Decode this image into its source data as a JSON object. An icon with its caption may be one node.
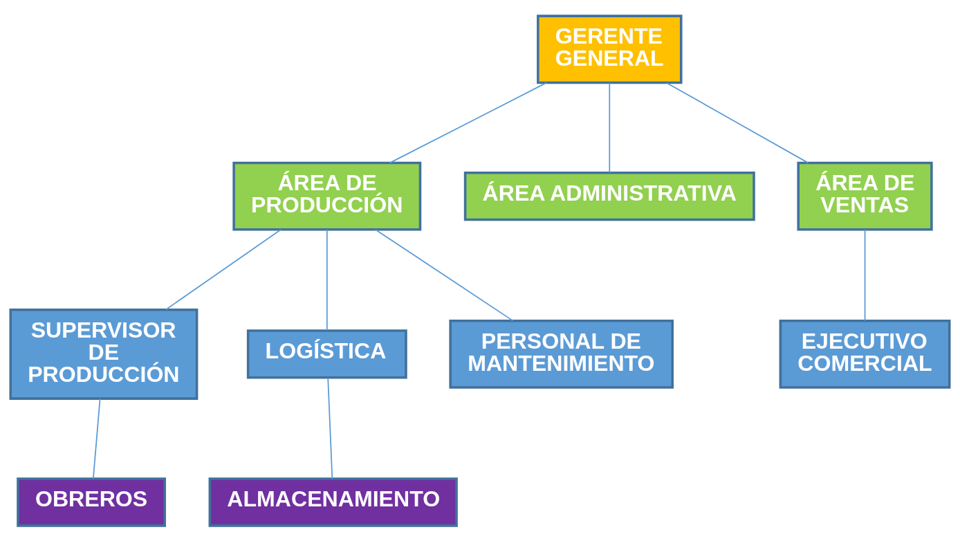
{
  "diagram": {
    "nodes": [
      {
        "text": [
          "GERENTE GENERAL"
        ]
      },
      {
        "text": [
          "ÁREA DE PRODUCCIÓN"
        ]
      },
      {
        "text": [
          "ÁREA ADMINISTRATIVA"
        ]
      },
      {
        "text": [
          "ÁREA DE VENTAS"
        ]
      },
      {
        "text": [
          "SUPERVISOR DE PRODUCCIÓN"
        ]
      },
      {
        "text": [
          "LOGÍSTICA"
        ]
      },
      {
        "text": [
          "PERSONAL DE MANTENIMIENTO"
        ]
      },
      {
        "text": [
          "EJECUTIVO COMERCIAL"
        ]
      },
      {
        "text": [
          "OBREROS"
        ]
      },
      {
        "text": [
          "ALMACENAMIENTO"
        ]
      }
    ],
    "edges": [
      {
        "from": 0,
        "to": 1,
        "arrow": "none"
      },
      {
        "from": 0,
        "to": 2,
        "arrow": "none"
      },
      {
        "from": 0,
        "to": 3,
        "arrow": "none"
      },
      {
        "from": 1,
        "to": 4,
        "arrow": "none"
      },
      {
        "from": 1,
        "to": 5,
        "arrow": "none"
      },
      {
        "from": 1,
        "to": 6,
        "arrow": "none"
      },
      {
        "from": 3,
        "to": 7,
        "arrow": "none"
      },
      {
        "from": 4,
        "to": 8,
        "arrow": "none"
      },
      {
        "from": 5,
        "to": 9,
        "arrow": "none"
      }
    ]
  }
}
